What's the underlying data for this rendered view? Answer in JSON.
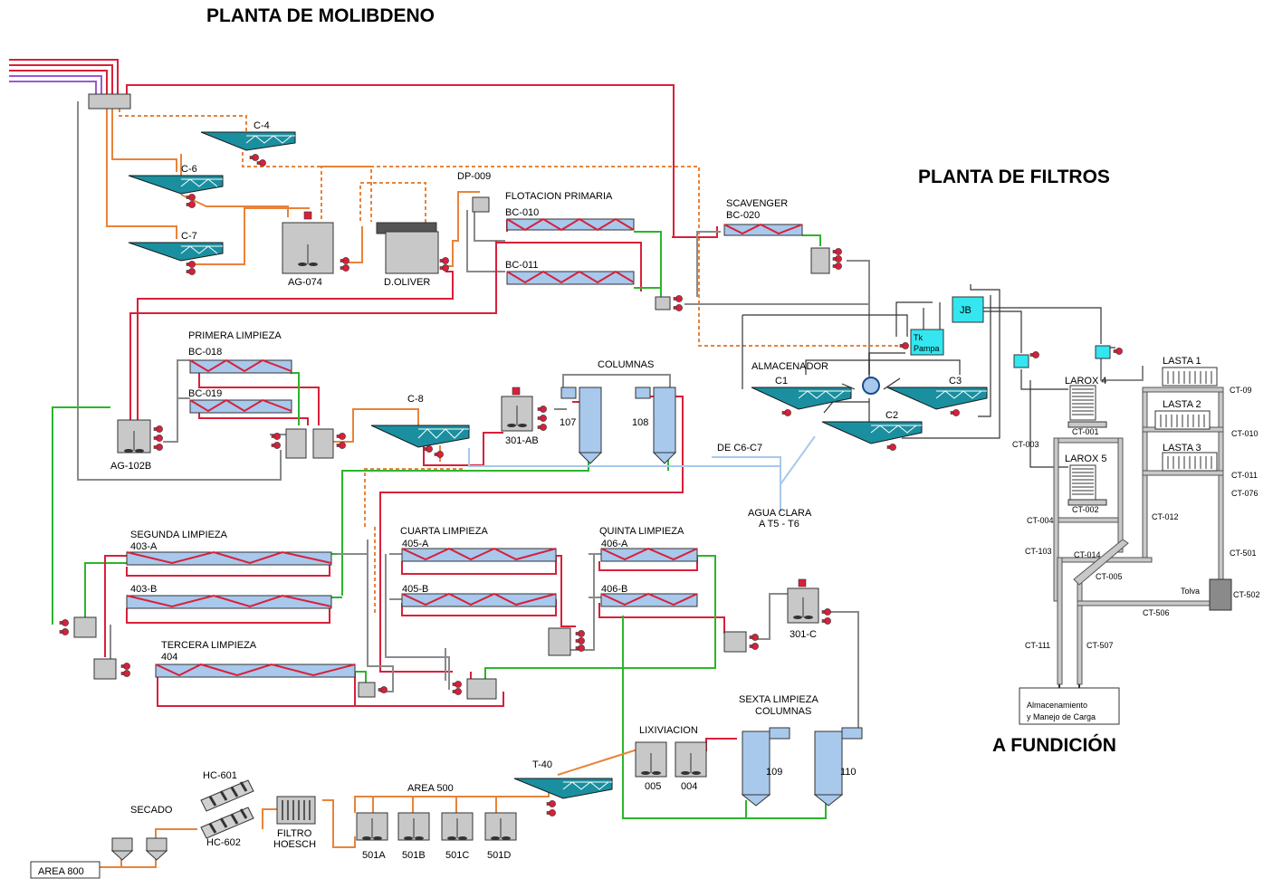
{
  "titles": {
    "molibdeno": "PLANTA DE MOLIBDENO",
    "filtros": "PLANTA DE FILTROS",
    "fundicion": "A FUNDICIÓN"
  },
  "thickeners": {
    "c4": "C-4",
    "c6": "C-6",
    "c7": "C-7",
    "c8": "C-8",
    "t40": "T-40",
    "c1": "C1",
    "c2": "C2",
    "c3": "C3"
  },
  "tanks": {
    "ag074": "AG-074",
    "doliver": "D.OLIVER",
    "dp009": "DP-009",
    "ag102b": "AG-102B",
    "ab301": "301-AB",
    "c301": "301-C"
  },
  "flotation": {
    "primaria": "FLOTACION PRIMARIA",
    "bc010": "BC-010",
    "bc011": "BC-011",
    "scavenger": "SCAVENGER",
    "bc020": "BC-020",
    "primera": "PRIMERA LIMPIEZA",
    "bc018": "BC-018",
    "bc019": "BC-019",
    "segunda": "SEGUNDA LIMPIEZA",
    "s403a": "403-A",
    "s403b": "403-B",
    "tercera": "TERCERA LIMPIEZA",
    "t404": "404",
    "cuarta": "CUARTA LIMPIEZA",
    "c405a": "405-A",
    "c405b": "405-B",
    "quinta": "QUINTA LIMPIEZA",
    "q406a": "406-A",
    "q406b": "406-B"
  },
  "columns": {
    "title": "COLUMNAS",
    "c107": "107",
    "c108": "108",
    "sexta1": "SEXTA LIMPIEZA",
    "sexta2": "COLUMNAS",
    "c109": "109",
    "c110": "110"
  },
  "water": {
    "de": "DE C6-C7",
    "agua1": "AGUA CLARA",
    "agua2": "A T5 - T6"
  },
  "leach": {
    "lixiviacion": "LIXIVIACION",
    "l005": "005",
    "l004": "004",
    "area500": "AREA 500",
    "a501a": "501A",
    "a501b": "501B",
    "a501c": "501C",
    "a501d": "501D"
  },
  "drying": {
    "hc601": "HC-601",
    "hc602": "HC-602",
    "secado": "SECADO",
    "filtro1": "FILTRO",
    "filtro2": "HOESCH",
    "area800": "AREA 800"
  },
  "filters": {
    "jb": "JB",
    "tk1": "Tk",
    "tk2": "Pampa",
    "almacenador": "ALMACENADOR",
    "larox4": "LAROX 4",
    "larox5": "LAROX 5",
    "lasta1": "LASTA 1",
    "lasta2": "LASTA 2",
    "lasta3": "LASTA 3",
    "tolva": "Tolva",
    "alm1": "Almacenamiento",
    "alm2": "y Manejo de Carga"
  },
  "conveyors": {
    "ct001": "CT-001",
    "ct002": "CT-002",
    "ct003": "CT-003",
    "ct004": "CT-004",
    "ct005": "CT-005",
    "ct009": "CT-09",
    "ct010": "CT-010",
    "ct011": "CT-011",
    "ct012": "CT-012",
    "ct014": "CT-014",
    "ct076": "CT-076",
    "ct103": "CT-103",
    "ct111": "CT-111",
    "ct501": "CT-501",
    "ct502": "CT-502",
    "ct506": "CT-506",
    "ct507": "CT-507"
  },
  "colors": {
    "feed": "#e8833a",
    "concentrate": "#d8203a",
    "tailings": "#2cb52c",
    "return": "#8a8a8a",
    "water": "#a8c8ec",
    "thickener": "#1a8fa0",
    "filter_box": "#33e6f0"
  }
}
